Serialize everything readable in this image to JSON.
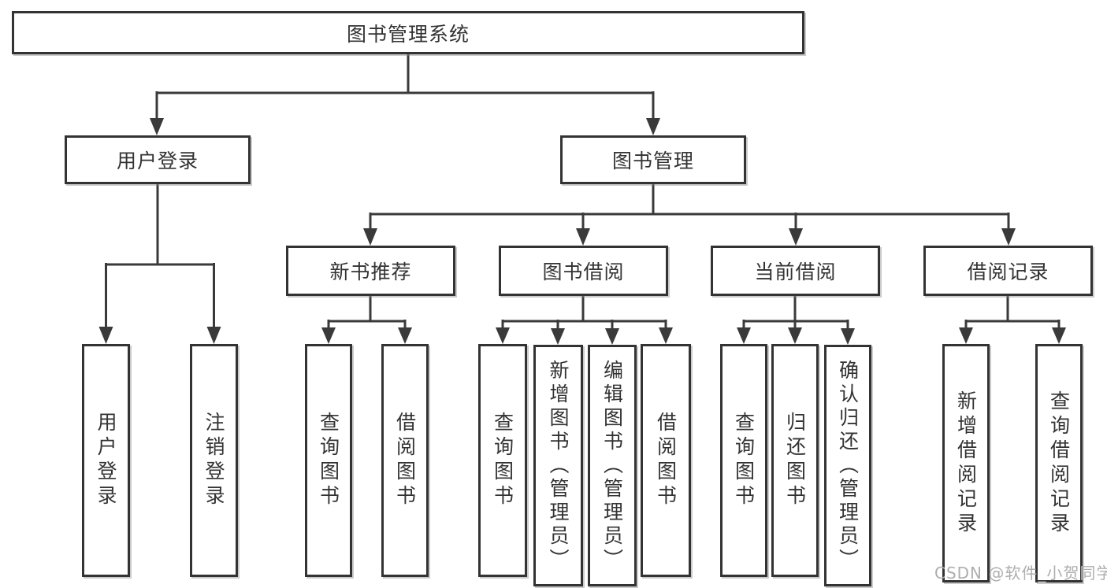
{
  "tree": {
    "root": {
      "label": "图书管理系统"
    },
    "branches": {
      "user_login": {
        "label": "用户登录",
        "children": {
          "login": {
            "label": "用户登录"
          },
          "logout": {
            "label": "注销登录"
          }
        }
      },
      "book_mgmt": {
        "label": "图书管理",
        "children": {
          "new_book_rec": {
            "label": "新书推荐",
            "children": {
              "query_books": {
                "label": "查询图书"
              },
              "borrow_books": {
                "label": "借阅图书"
              }
            }
          },
          "book_borrowing": {
            "label": "图书借阅",
            "children": {
              "query_books": {
                "label": "查询图书"
              },
              "add_books_admin": {
                "label": "新增图书（管理员）"
              },
              "edit_books_admin": {
                "label": "编辑图书（管理员）"
              },
              "borrow_books": {
                "label": "借阅图书"
              }
            }
          },
          "current_borrowing": {
            "label": "当前借阅",
            "children": {
              "query_books": {
                "label": "查询图书"
              },
              "return_books": {
                "label": "归还图书"
              },
              "confirm_return_admin": {
                "label": "确认归还（管理员）"
              }
            }
          },
          "borrowing_records": {
            "label": "借阅记录",
            "children": {
              "add_borrow_record": {
                "label": "新增借阅记录"
              },
              "query_borrow_record": {
                "label": "查询借阅记录"
              }
            }
          }
        }
      }
    }
  },
  "watermark": {
    "text": "CSDN @软件_小贺同学"
  },
  "colors": {
    "line": "#3a3a3a",
    "box_border": "#333333",
    "text": "#333333",
    "watermark": "#aeaeae",
    "background": "#ffffff"
  }
}
